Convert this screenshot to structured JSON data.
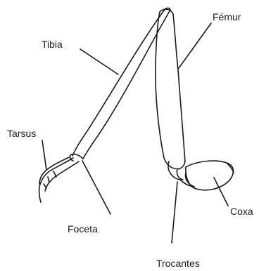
{
  "labels": {
    "tibia": "Tibia",
    "femur": "Fémur",
    "tarsus": "Tarsus",
    "foceta": "Foceta",
    "coxa": "Coxa",
    "trocantes": "Trocantes"
  }
}
